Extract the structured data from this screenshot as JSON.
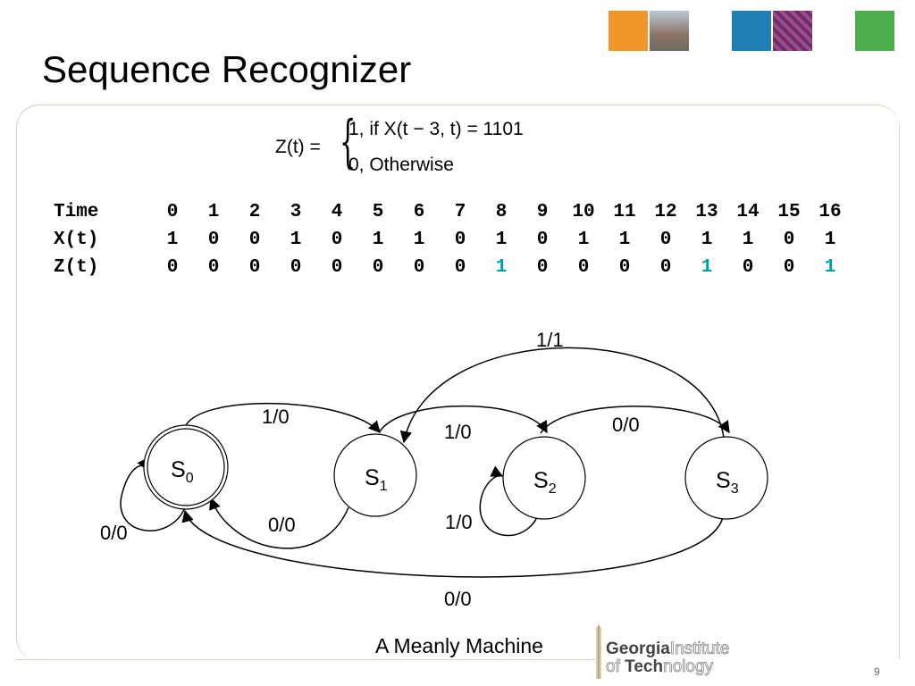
{
  "slide": {
    "title": "Sequence Recognizer",
    "caption": "A Meanly Machine",
    "page_number": "9",
    "logo_text_1a": "Georgia",
    "logo_text_1b": "Institute",
    "logo_text_2a": "of ",
    "logo_text_2b": "Tech",
    "logo_text_2c": "nology"
  },
  "formula": {
    "lhs": "Z(t) =",
    "case1": "1, if  X(t − 3, t) = 1101",
    "case2": "0, Otherwise"
  },
  "table": {
    "row_labels": [
      "Time",
      "X(t)",
      "Z(t)"
    ],
    "time": [
      "0",
      "1",
      "2",
      "3",
      "4",
      "5",
      "6",
      "7",
      "8",
      "9",
      "10",
      "11",
      "12",
      "13",
      "14",
      "15",
      "16"
    ],
    "x": [
      "1",
      "0",
      "0",
      "1",
      "0",
      "1",
      "1",
      "0",
      "1",
      "0",
      "1",
      "1",
      "0",
      "1",
      "1",
      "0",
      "1"
    ],
    "z": [
      "0",
      "0",
      "0",
      "0",
      "0",
      "0",
      "0",
      "0",
      "1",
      "0",
      "0",
      "0",
      "0",
      "1",
      "0",
      "0",
      "1"
    ],
    "highlight_color": "#00a0a0"
  },
  "states": [
    {
      "name": "S",
      "sub": "0",
      "accepting": true
    },
    {
      "name": "S",
      "sub": "1",
      "accepting": false
    },
    {
      "name": "S",
      "sub": "2",
      "accepting": false
    },
    {
      "name": "S",
      "sub": "3",
      "accepting": false
    }
  ],
  "transitions": [
    {
      "from": "S0",
      "to": "S1",
      "label": "1/0"
    },
    {
      "from": "S1",
      "to": "S2",
      "label": "1/0"
    },
    {
      "from": "S2",
      "to": "S3",
      "label": "0/0"
    },
    {
      "from": "S3",
      "to": "S1",
      "label": "1/1"
    },
    {
      "from": "S1",
      "to": "S0",
      "label": "0/0"
    },
    {
      "from": "S0",
      "to": "S0",
      "label": "0/0"
    },
    {
      "from": "S2",
      "to": "S2",
      "label": "1/0"
    },
    {
      "from": "S3",
      "to": "S0",
      "label": "0/0"
    }
  ],
  "decor_colors": [
    "#f0962a",
    "#1f7fb3",
    "#4cae4c"
  ]
}
